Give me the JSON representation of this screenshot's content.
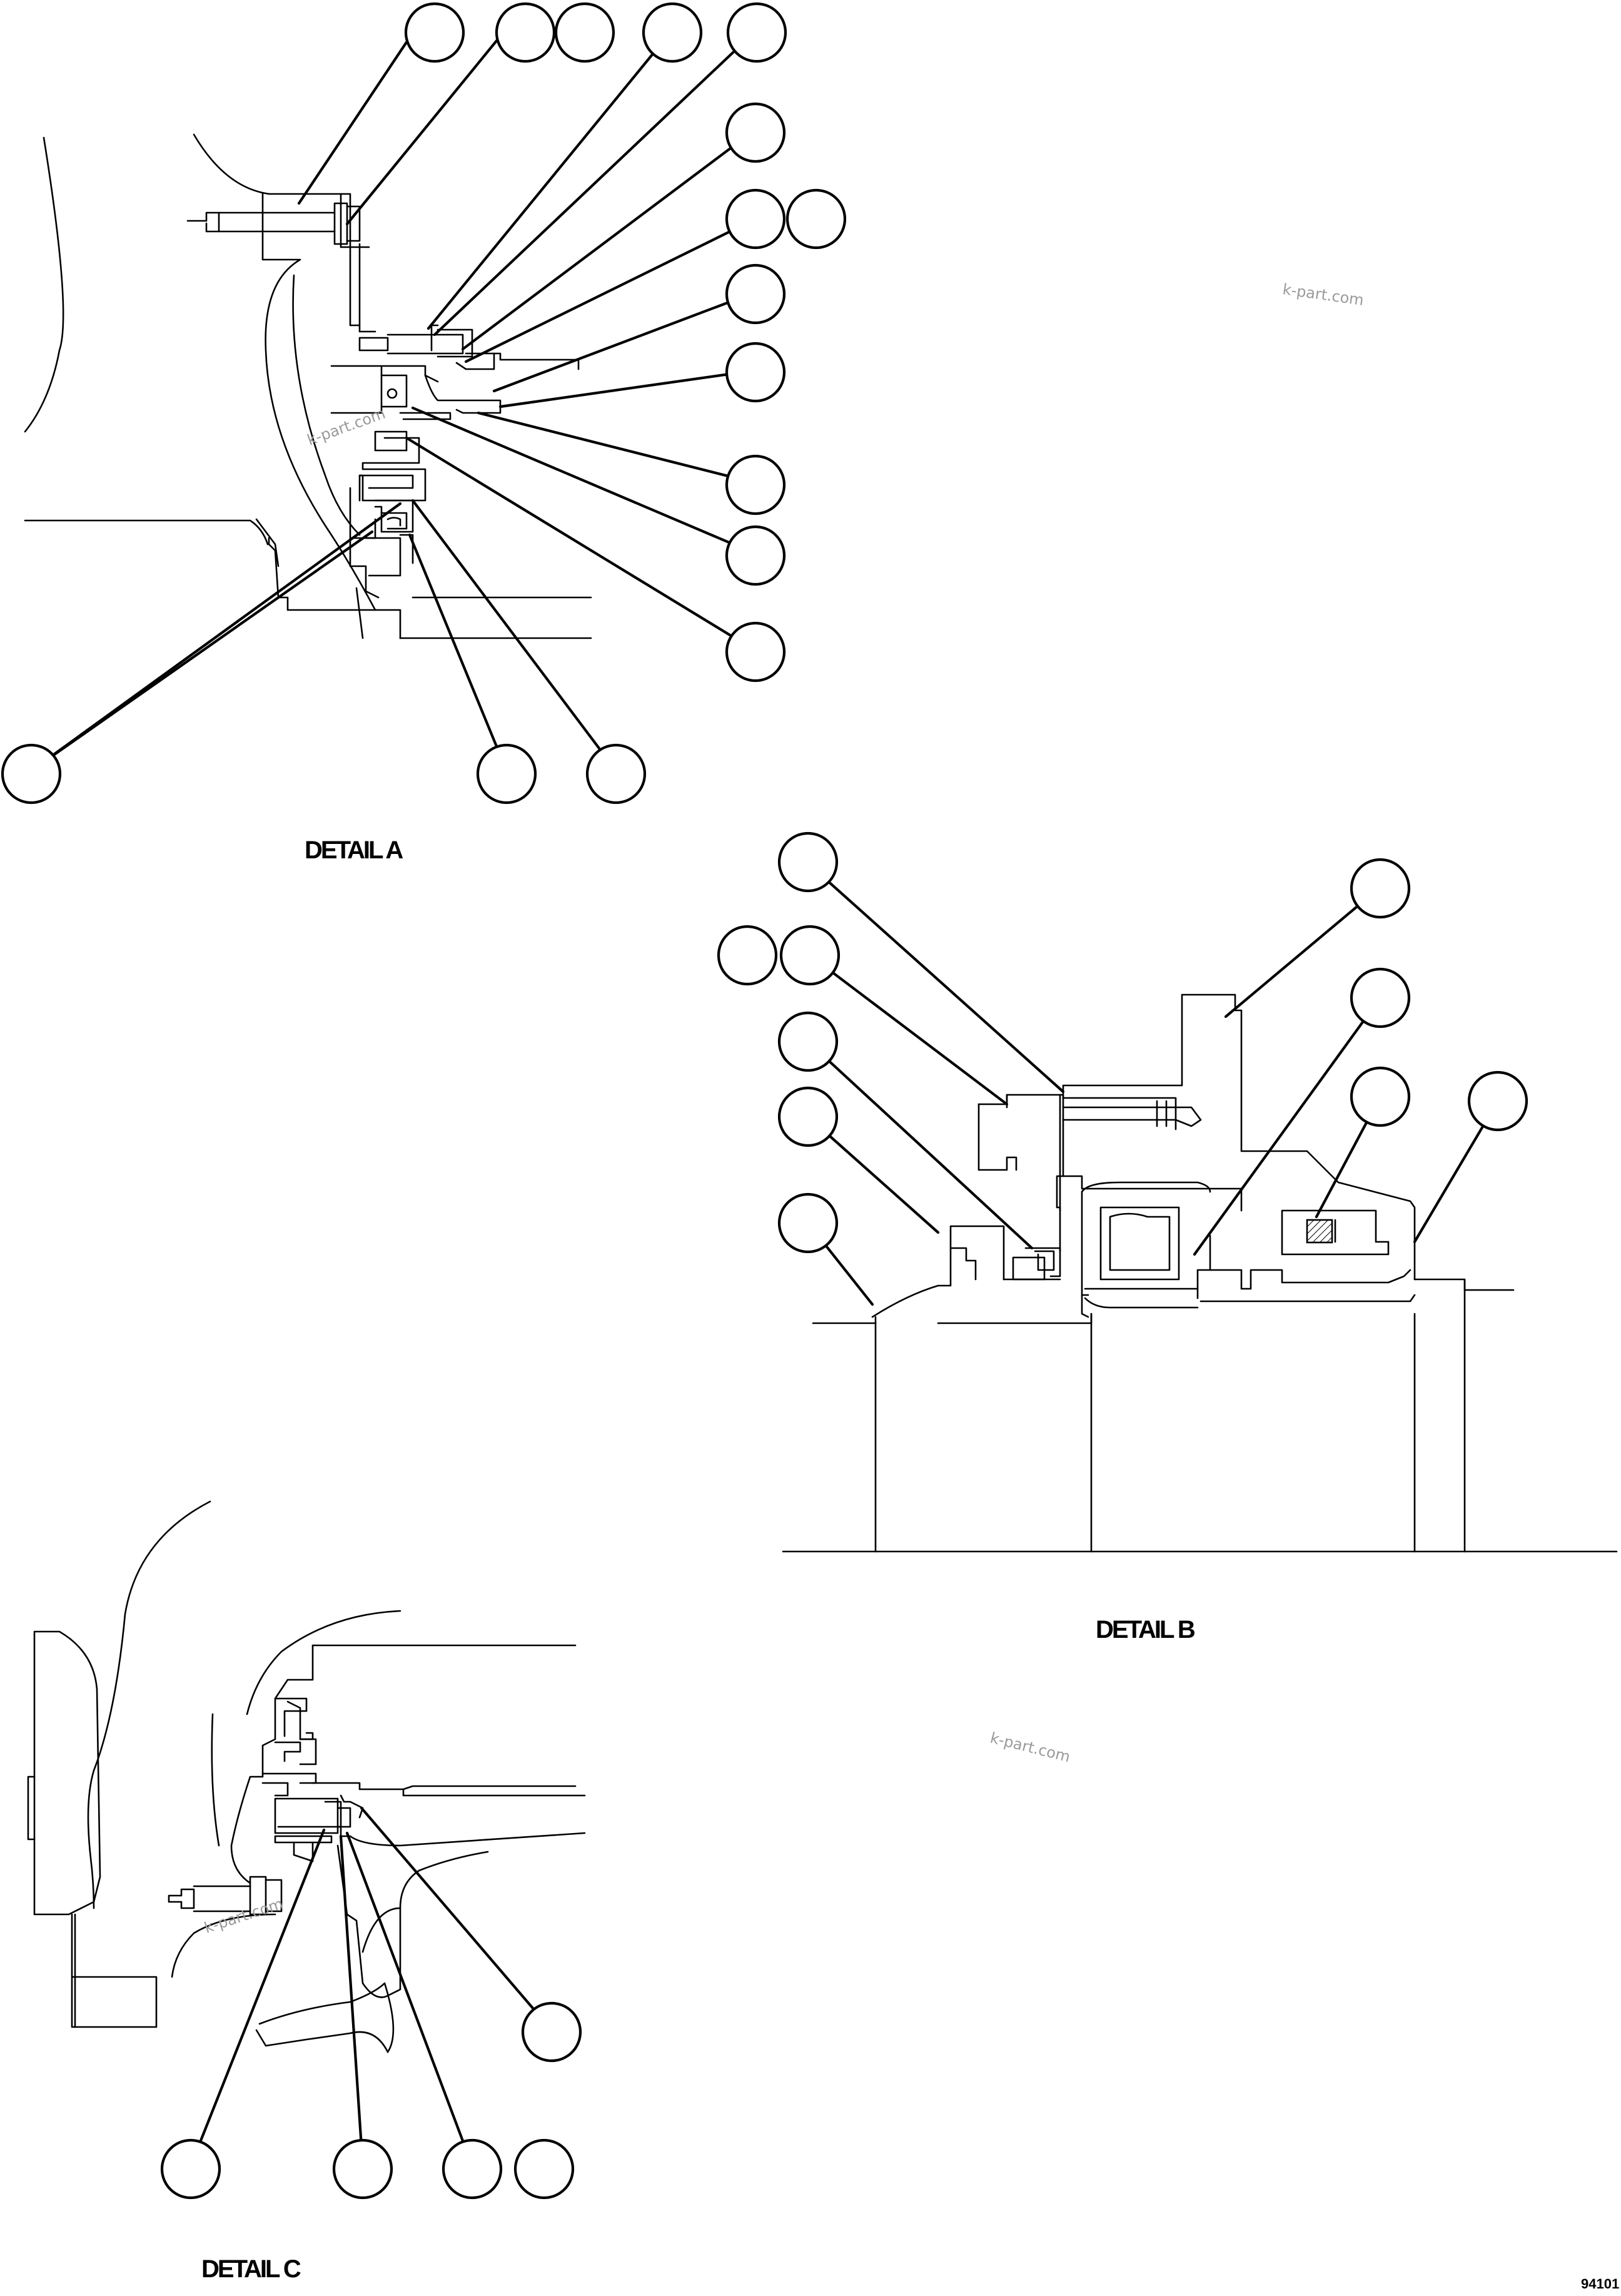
{
  "details": {
    "a": {
      "caption": "DETAIL A"
    },
    "b": {
      "caption": "DETAIL B"
    },
    "c": {
      "caption": "DETAIL C"
    }
  },
  "watermarks": [
    "k-part.com",
    "k-part.com",
    "k-part.com",
    "k-part.com"
  ],
  "drawing_code": "94101",
  "balloon_text": ""
}
